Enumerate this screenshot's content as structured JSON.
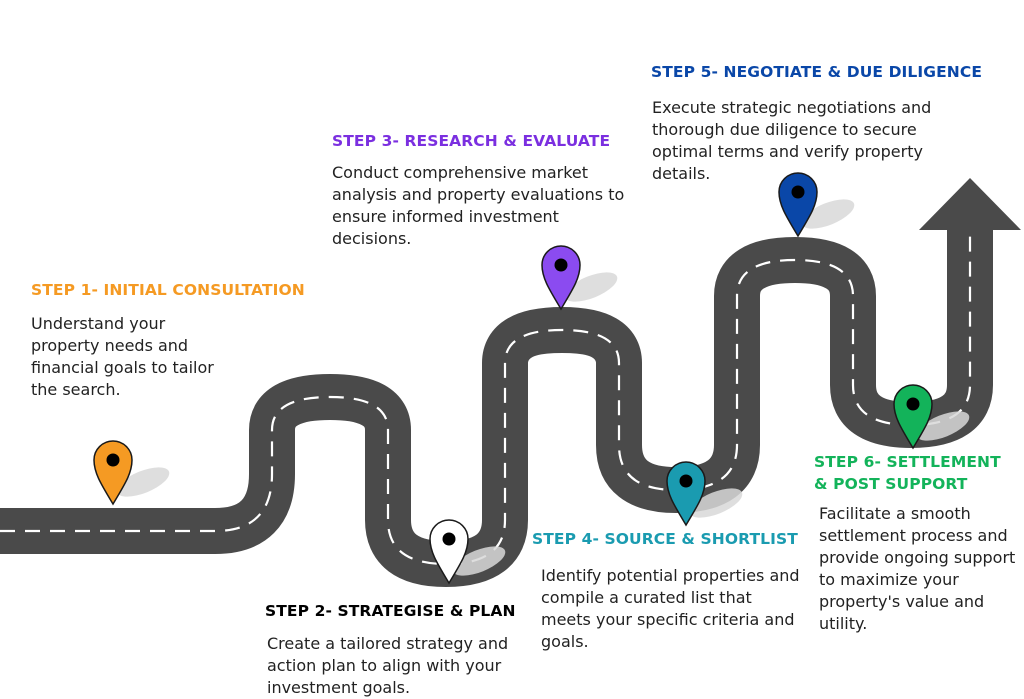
{
  "steps": [
    {
      "title": "STEP 1- INITIAL CONSULTATION",
      "description": "Understand your property needs and financial goals to tailor the search.",
      "color": "#F59A23"
    },
    {
      "title": "STEP 2- STRATEGISE & PLAN",
      "description": "Create a tailored strategy and action plan to align with your investment goals.",
      "color": "#000000"
    },
    {
      "title": "STEP 3- RESEARCH & EVALUATE",
      "description": "Conduct comprehensive market analysis and property evaluations to ensure informed investment decisions.",
      "color": "#7B2FE0"
    },
    {
      "title": "STEP 4- SOURCE & SHORTLIST",
      "description": "Identify potential properties and compile a curated list that meets your specific criteria and goals.",
      "color": "#1A9BB0"
    },
    {
      "title": "STEP 5- NEGOTIATE & DUE DILIGENCE",
      "description": "Execute strategic negotiations and thorough due diligence to secure optimal terms and verify property details.",
      "color": "#0A47A8"
    },
    {
      "title": "STEP 6- SETTLEMENT & POST SUPPORT",
      "description": "Facilitate a smooth settlement process and provide ongoing support to maximize your property's value and utility.",
      "color": "#13B35A"
    }
  ],
  "pin_fill_colors": [
    "#F59A23",
    "#FFFFFF",
    "#8B4BF0",
    "#1A9BB0",
    "#0A47A8",
    "#13B35A"
  ],
  "road": {
    "surface_color": "#4A4A4A",
    "marking_color": "#FFFFFF",
    "arrow_color": "#4A4A4A"
  }
}
